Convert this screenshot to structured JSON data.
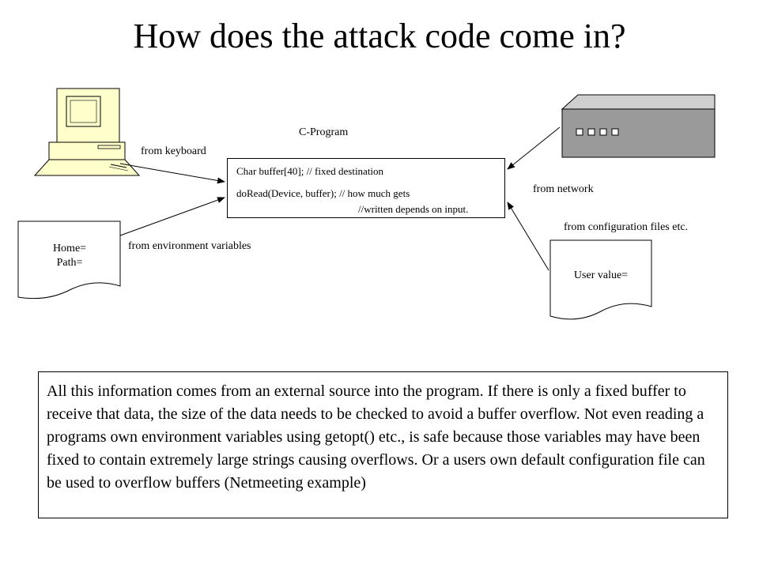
{
  "title": "How does the attack code come in?",
  "program": {
    "label": "C-Program",
    "line1": "Char buffer[40];  // fixed destination",
    "line2": "doRead(Device, buffer); // how much gets",
    "line3": "//written depends on input."
  },
  "sources": {
    "keyboard": "from keyboard",
    "environment": "from environment variables",
    "network": "from network",
    "config": "from configuration files etc."
  },
  "env_doc": {
    "line1": "Home=",
    "line2": "Path="
  },
  "config_doc": {
    "line1": "User value="
  },
  "note": "All this information comes from an external source into the program. If there is only a fixed buffer to receive that data, the size of the data needs to be checked to avoid a buffer overflow. Not even reading a programs own environment variables using getopt() etc., is safe because those variables may have been fixed to contain extremely large strings causing overflows. Or a users own default configuration file can be used to overflow buffers (Netmeeting example)",
  "colors": {
    "device_fill": "#9a9a9a",
    "computer_fill": "#ffffcc"
  }
}
